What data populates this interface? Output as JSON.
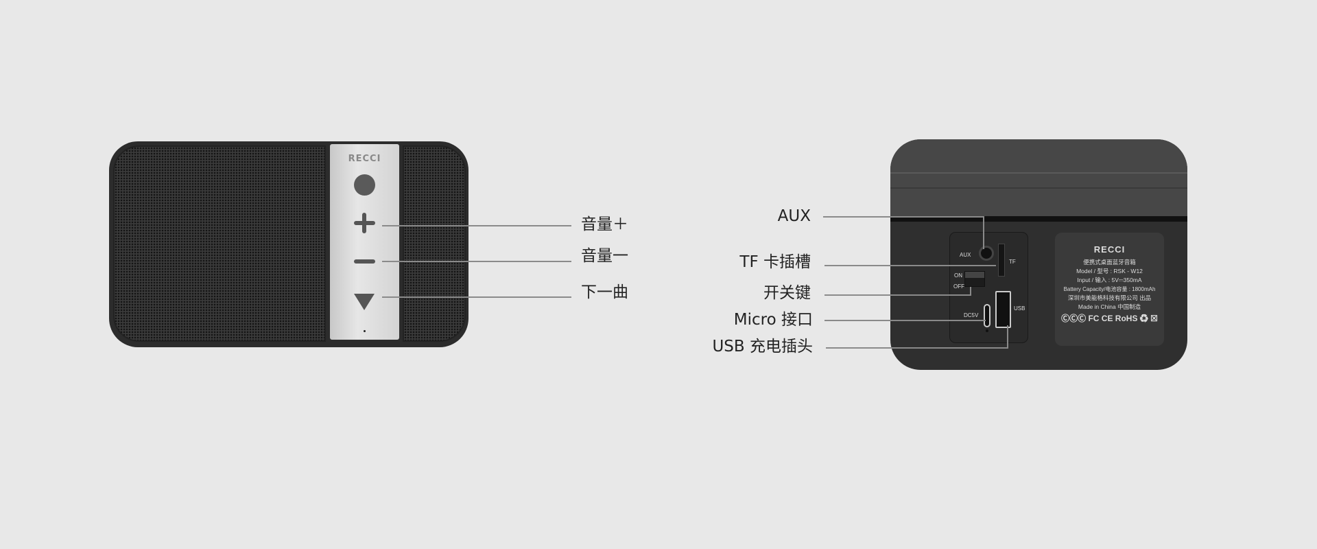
{
  "front": {
    "brand": "RECCI",
    "labels": [
      "音量＋",
      "音量一",
      "下一曲"
    ]
  },
  "back": {
    "labels": [
      "AUX",
      "TF 卡插槽",
      "开关键",
      "Micro 接口",
      "USB 充电插头"
    ],
    "port_marks": {
      "aux": "AUX",
      "tf": "TF",
      "on": "ON",
      "off": "OFF",
      "dc": "DC5V",
      "usb": "USB"
    },
    "plate": {
      "brand": "RECCI",
      "lines": [
        "便携式桌面蓝牙音箱",
        "Model / 型号 : RSK - W12",
        "Input / 输入 : 5V⎓350mA",
        "Battery Capacity/电池容量 : 1800mAh",
        "深圳市美能格科技有限公司  出品",
        "Made in China    中国制造"
      ],
      "certs": "ⒸⒸⒸ FC CE RoHS ♻ ☒"
    }
  }
}
